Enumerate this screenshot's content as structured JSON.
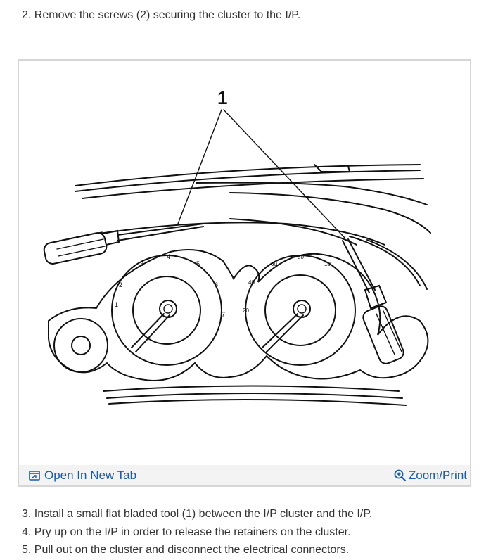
{
  "steps_before": [
    "2. Remove the screws (2) securing the cluster to the I/P."
  ],
  "figure": {
    "callout_label": "1",
    "gauge_left_numbers": [
      "1",
      "2",
      "3",
      "4",
      "5",
      "6",
      "7"
    ],
    "gauge_right_numbers": [
      "20",
      "40",
      "60",
      "80",
      "100"
    ],
    "open_tab_label": "Open In New Tab",
    "zoom_label": "Zoom/Print",
    "link_color": "#1a5aa6",
    "icons": [
      "open-in-new-tab-icon",
      "zoom-icon"
    ]
  },
  "steps_after": [
    "3. Install a small flat bladed tool (1) between the I/P cluster and the I/P.",
    "4. Pry up on the I/P in order to release the retainers on the cluster.",
    "5. Pull out on the cluster and disconnect the electrical connectors."
  ]
}
